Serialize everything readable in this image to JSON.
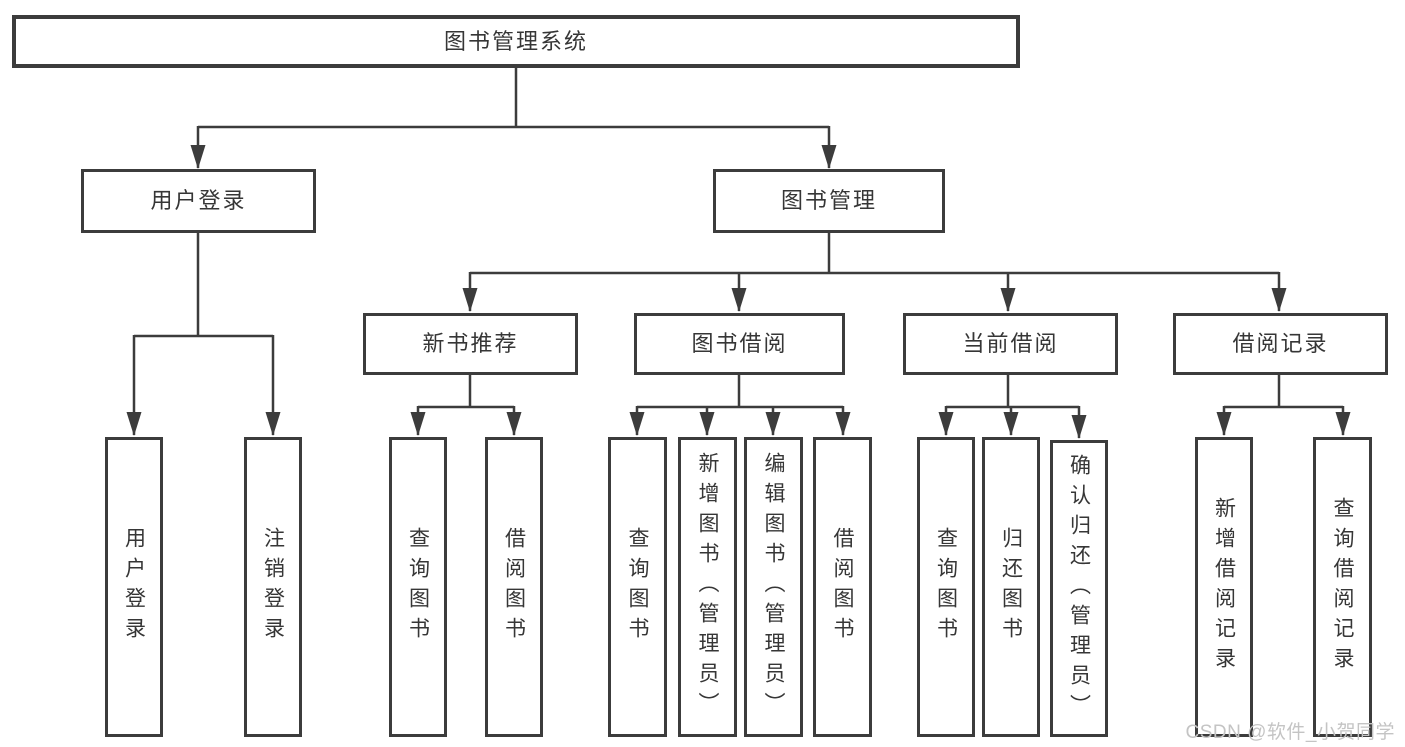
{
  "diagram": {
    "title": "图书管理系统",
    "level2": {
      "user_login": "用户登录",
      "book_mgmt": "图书管理"
    },
    "level3": {
      "new_book_rec": "新书推荐",
      "book_borrow": "图书借阅",
      "current_borrow": "当前借阅",
      "borrow_records": "借阅记录"
    },
    "leaves": {
      "user_login": "用户登录",
      "logout": "注销登录",
      "nb_query_books": "查询图书",
      "nb_borrow_books": "借阅图书",
      "bb_query_books": "查询图书",
      "bb_add_books": "新增图书（管理员）",
      "bb_edit_books": "编辑图书（管理员）",
      "bb_borrow_books": "借阅图书",
      "cb_query_books": "查询图书",
      "cb_return_books": "归还图书",
      "cb_confirm_return": "确认归还（管理员）",
      "rec_add_record": "新增借阅记录",
      "rec_query_record": "查询借阅记录"
    },
    "watermark": "CSDN @软件_小贺同学",
    "colors": {
      "line": "#3c3c3c",
      "text": "#363636",
      "watermark": "#c4c4c4",
      "background": "#ffffff"
    }
  }
}
